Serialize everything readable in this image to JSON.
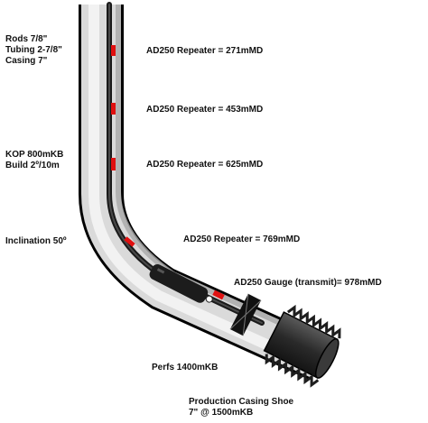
{
  "well_info": {
    "rods": "Rods 7/8\"",
    "tubing": "Tubing 2-7/8\"",
    "casing": "Casing 7\"",
    "kop": "KOP 800mKB",
    "build": "Build 2º/10m",
    "inclination": "Inclination 50º"
  },
  "repeaters": [
    {
      "label": "AD250 Repeater = 271mMD"
    },
    {
      "label": "AD250 Repeater = 453mMD"
    },
    {
      "label": "AD250 Repeater = 625mMD"
    },
    {
      "label": "AD250 Repeater = 769mMD"
    }
  ],
  "gauge": {
    "label": "AD250 Gauge (transmit)= 978mMD"
  },
  "perfs": {
    "label": "Perfs 1400mKB"
  },
  "casing_shoe": {
    "line1": "Production Casing Shoe",
    "line2": "7\" @ 1500mKB"
  },
  "colors": {
    "casing_outline": "#000000",
    "casing_fill": "#d8d8d8",
    "tubing": "#1a1a1a",
    "repeater_marker": "#e01010",
    "perforations": "#222222",
    "shoe": "#2e2e2e"
  }
}
